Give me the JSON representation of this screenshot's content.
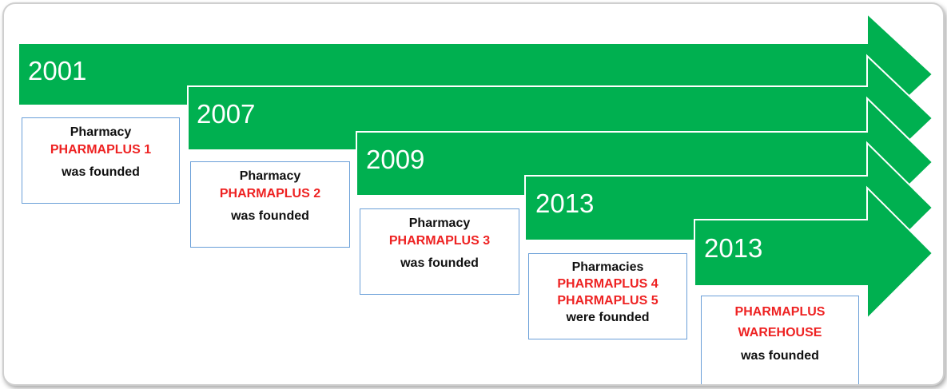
{
  "colors": {
    "arrow": "#00b050",
    "arrow_border": "#ffffff",
    "highlight": "#ee2222",
    "box_border": "#6a9fd8"
  },
  "milestones": [
    {
      "year": "2001",
      "line1": "Pharmacy",
      "name1": "PHARMAPLUS 1",
      "name2": "",
      "line_last": "was founded"
    },
    {
      "year": "2007",
      "line1": "Pharmacy",
      "name1": "PHARMAPLUS 2",
      "name2": "",
      "line_last": "was founded"
    },
    {
      "year": "2009",
      "line1": "Pharmacy",
      "name1": "PHARMAPLUS 3",
      "name2": "",
      "line_last": "was founded"
    },
    {
      "year": "2013",
      "line1": "Pharmacies",
      "name1": "PHARMAPLUS 4",
      "name2": "PHARMAPLUS 5",
      "line_last": "were founded"
    },
    {
      "year": "2013",
      "line1": "",
      "name1": "PHARMAPLUS",
      "name2": "WAREHOUSE",
      "line_last": "was founded"
    }
  ]
}
